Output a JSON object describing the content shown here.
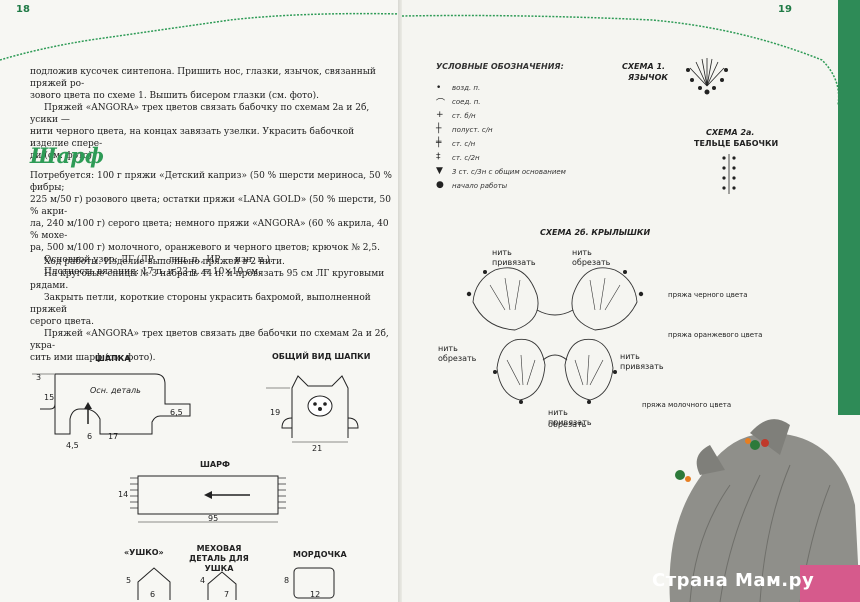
{
  "left_page": {
    "number": "18",
    "intro_lines": [
      "подложив кусочек синтепона. Пришить нос, глазки, язычок, связанный пряжей ро-",
      "зового цвета по схеме 1. Вышить бисером глазки (см. фото).",
      "Пряжей «ANGORA» трех цветов связать бабочку по схемам 2а и 2б, усики —",
      "нити черного цвета, на концах завязать узелки. Украсить бабочкой изделие спере-",
      "ди (см. фото)."
    ],
    "section_title": "Шарф",
    "materials_lines": [
      "Потребуется: 100 г пряжи «Детский каприз» (50 % шерсти мериноса, 50 % фибры;",
      "225 м/50 г) розового цвета; остатки пряжи «LANA GOLD» (50 % шерсти, 50 % акри-",
      "ла, 240 м/100 г) серого цвета; немного пряжи «ANGORA» (60 % акрила, 40 % мохе-",
      "ра, 500 м/100 г) молочного, оранжевого и черного цветов; крючок № 2,5."
    ],
    "pattern_line": "Основной узор: ЛГ (ЛР — лиц. п., ИР — изн. п.).",
    "density_line": "Плотность вязания: 17 п. и 23 р. = 10×10 см.",
    "work_lines": [
      "Ход работы. Изделие выполнено пряжей в 2 нити.",
      "На круговые спицы № 3 набрать 44 п. и провязать 95 см ЛГ круговыми рядами.",
      "Закрыть петли, короткие стороны украсить бахромой, выполненной пряжей",
      "серого цвета.",
      "Пряжей «ANGORA» трех цветов связать две бабочки по схемам 2а и 2б, укра-",
      "сить ими шарф (см. фото)."
    ],
    "diagrams": {
      "hat_title": "ШАПКА",
      "hat_main_part": "Осн. деталь",
      "hat_dims": [
        "3",
        "15",
        "4,5",
        "6",
        "17",
        "6,5"
      ],
      "hat_view_title": "ОБЩИЙ ВИД ШАПКИ",
      "hat_view_dims": [
        "19",
        "21"
      ],
      "scarf_title": "ШАРФ",
      "scarf_dims": [
        "14",
        "95"
      ],
      "ear_title": "«УШКО»",
      "ear_dims": [
        "5",
        "6"
      ],
      "fur_title": "МЕХОВАЯ ДЕТАЛЬ ДЛЯ УШКА",
      "fur_dims": [
        "4",
        "7"
      ],
      "muzzle_title": "МОРДОЧКА",
      "muzzle_dims": [
        "8",
        "12"
      ]
    }
  },
  "right_page": {
    "number": "19",
    "legend_title": "УСЛОВНЫЕ ОБОЗНАЧЕНИЯ:",
    "legend": [
      {
        "sym": "•",
        "text": "возд. п."
      },
      {
        "sym": "⌒",
        "text": "соед. п."
      },
      {
        "sym": "+",
        "text": "ст. б/н"
      },
      {
        "sym": "┼",
        "text": "полуст. с/н"
      },
      {
        "sym": "╪",
        "text": "ст. с/н"
      },
      {
        "sym": "‡",
        "text": "ст. с/2н"
      },
      {
        "sym": "▼",
        "text": "3 ст. с/3н с общим основанием"
      },
      {
        "sym": "●",
        "text": "начало работы"
      }
    ],
    "scheme1_title": "СХЕМА 1.",
    "scheme1_sub": "ЯЗЫЧОК",
    "scheme2a_title": "СХЕМА 2а.",
    "scheme2a_sub": "ТЕЛЬЦЕ БАБОЧКИ",
    "scheme2b_title": "СХЕМА 2б. КРЫЛЫШКИ",
    "callouts": {
      "tie_left_top": "нить привязать",
      "cut_top": "нить обрезать",
      "cut_left": "нить обрезать",
      "tie_right": "нить привязать",
      "tie_bottom": "нить привязать",
      "cut_bottom": "обрезать",
      "black_yarn": "пряжа черного цвета",
      "orange_yarn": "пряжа оранжевого цвета",
      "milk_yarn": "пряжа молочного цвета"
    },
    "watermark": "Страна Мам.ру"
  },
  "colors": {
    "accent": "#2e9b56",
    "cover": "#1a6b3a"
  }
}
